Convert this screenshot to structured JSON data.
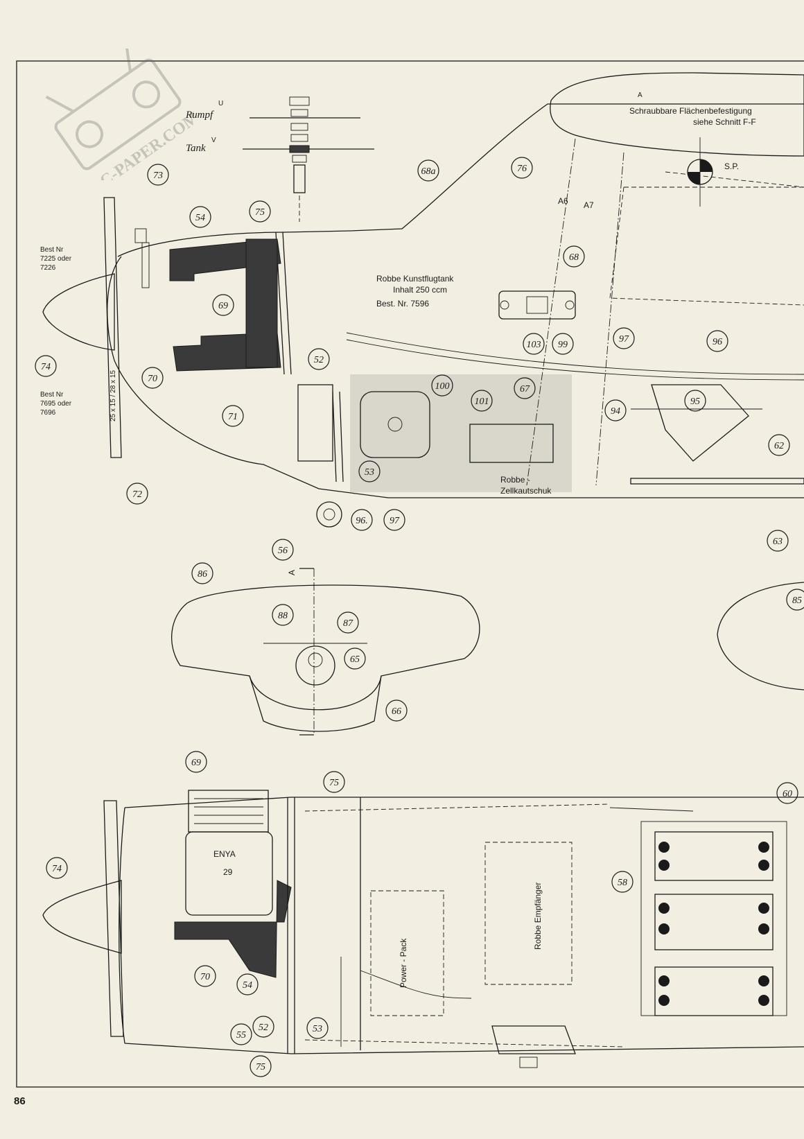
{
  "page_number": "86",
  "watermark": {
    "text": "RC-PAPER.COM"
  },
  "side_view": {
    "labels": {
      "rumpf": "Rumpf",
      "tank": "Tank",
      "u": "U",
      "v": "V",
      "section_a": "A",
      "wing_mount_1": "Schraubbare Flächenbefestigung",
      "wing_mount_2": "siehe Schnitt F-F",
      "sp": "S.P.",
      "a6": "A6",
      "a7": "A7",
      "spinner_1": "Best Nr",
      "spinner_2": "7225 oder",
      "spinner_3": "7226",
      "prop_1": "Best Nr",
      "prop_2": "7695 oder",
      "prop_3": "7696",
      "prop_size": "25 x 15 / 28 x 15",
      "tank_1": "Robbe Kunstflugtank",
      "tank_2": "Inhalt 250 ccm",
      "tank_3": "Best. Nr. 7596",
      "foam_1": "Robbe -",
      "foam_2": "Zellkautschuk",
      "section_cut": "A"
    },
    "callouts": [
      "73",
      "54",
      "75",
      "68a",
      "76",
      "68",
      "69",
      "103",
      "99",
      "97",
      "96",
      "52",
      "74",
      "70",
      "100",
      "101",
      "67",
      "95",
      "94",
      "71",
      "62",
      "53",
      "72",
      "96.",
      "97",
      "63",
      "56",
      "86",
      "88",
      "87",
      "65",
      "66",
      "85"
    ]
  },
  "top_view": {
    "labels": {
      "engine_1": "ENYA",
      "engine_2": "29",
      "power_pack": "Power - Pack",
      "receiver": "Robbe Empfänger"
    },
    "callouts": [
      "69",
      "75",
      "60",
      "74",
      "58",
      "70",
      "54",
      "52",
      "55",
      "53",
      "75"
    ]
  }
}
